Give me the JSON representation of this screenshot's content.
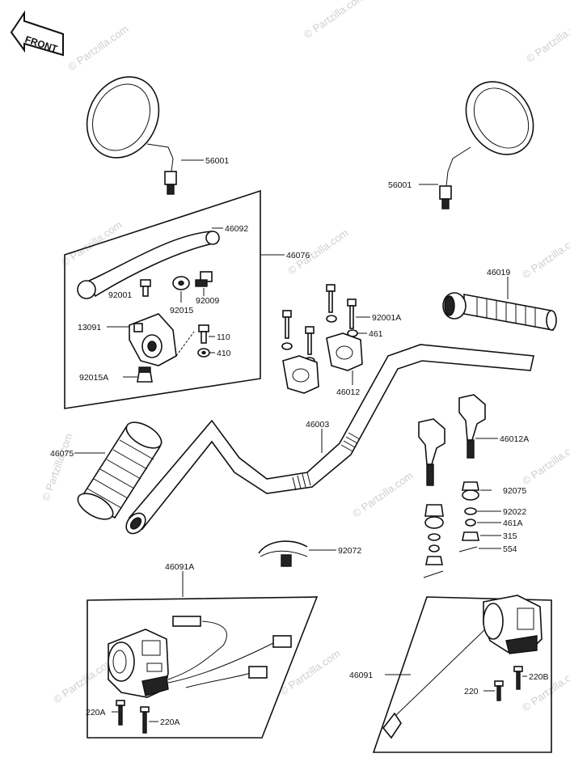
{
  "direction_label": "FRONT",
  "watermark": "© Partzilla.com",
  "parts": {
    "mirror_left": "56001",
    "mirror_right": "56001",
    "lever": "46092",
    "lever_assembly": "46076",
    "bolt_a": "92001",
    "washer_a": "92015",
    "adjuster": "92009",
    "holder": "13091",
    "holder_bolt": "110",
    "holder_nut": "410",
    "cap_nut": "92015A",
    "right_grip": "46019",
    "holder_bolt_b": "92001A",
    "washer_461": "461",
    "upper_holder": "46012",
    "handlebar": "46003",
    "left_grip": "46075",
    "lower_holder": "46012A",
    "damper": "92075",
    "washer_b": "92022",
    "washer_461a": "461A",
    "nut_315": "315",
    "pin_554": "554",
    "band": "92072",
    "left_switch": "46091A",
    "right_switch": "46091",
    "screw_220": "220",
    "screw_220b": "220B",
    "screw_220a_1": "220A",
    "screw_220a_2": "220A"
  }
}
